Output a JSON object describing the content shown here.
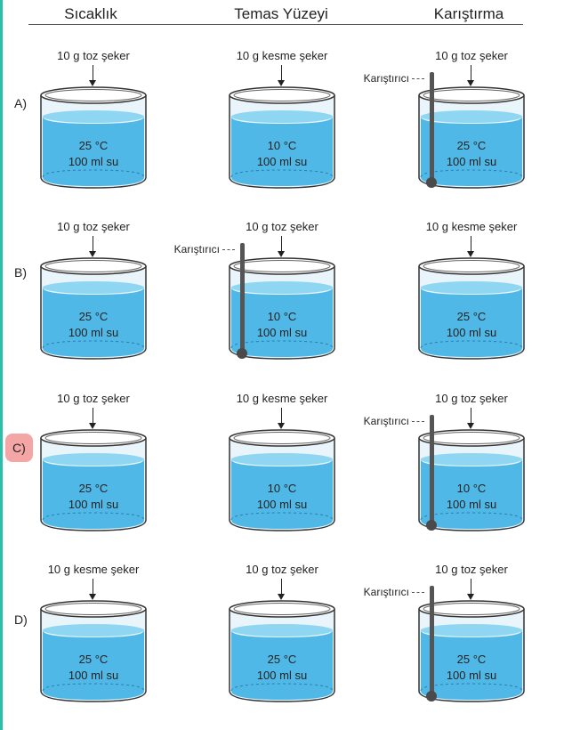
{
  "headers": [
    "Sıcaklık",
    "Temas Yüzeyi",
    "Karıştırma"
  ],
  "stirrer_label": "Karıştırıcı",
  "rows": [
    {
      "label": "A)",
      "cells": [
        {
          "sugar": "10 g toz şeker",
          "temp": "25 °C",
          "volume": "100 ml su",
          "stirred": false
        },
        {
          "sugar": "10 g kesme şeker",
          "temp": "10 °C",
          "volume": "100 ml su",
          "stirred": false
        },
        {
          "sugar": "10 g toz şeker",
          "temp": "25 °C",
          "volume": "100 ml su",
          "stirred": true
        }
      ]
    },
    {
      "label": "B)",
      "cells": [
        {
          "sugar": "10 g toz şeker",
          "temp": "25 °C",
          "volume": "100 ml su",
          "stirred": false
        },
        {
          "sugar": "10 g toz şeker",
          "temp": "10 °C",
          "volume": "100 ml su",
          "stirred": true
        },
        {
          "sugar": "10 g kesme şeker",
          "temp": "25 °C",
          "volume": "100 ml su",
          "stirred": false
        }
      ]
    },
    {
      "label": "C)",
      "cells": [
        {
          "sugar": "10 g toz şeker",
          "temp": "25 °C",
          "volume": "100 ml su",
          "stirred": false
        },
        {
          "sugar": "10 g kesme şeker",
          "temp": "10 °C",
          "volume": "100 ml su",
          "stirred": false
        },
        {
          "sugar": "10 g toz şeker",
          "temp": "10 °C",
          "volume": "100 ml su",
          "stirred": true
        }
      ]
    },
    {
      "label": "D)",
      "cells": [
        {
          "sugar": "10 g kesme şeker",
          "temp": "25 °C",
          "volume": "100 ml su",
          "stirred": false
        },
        {
          "sugar": "10 g toz şeker",
          "temp": "25 °C",
          "volume": "100 ml su",
          "stirred": false
        },
        {
          "sugar": "10 g toz şeker",
          "temp": "25 °C",
          "volume": "100 ml su",
          "stirred": true
        }
      ]
    }
  ],
  "colors": {
    "water": "#4fb8e6",
    "water_top": "#8fd6f2",
    "glass": "#e9f5fb",
    "highlight": "#f4a6a6",
    "border": "#2bbfa8"
  }
}
